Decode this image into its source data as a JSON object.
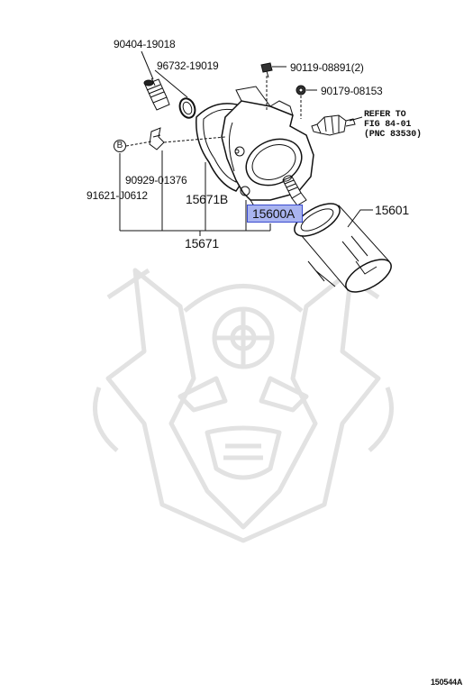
{
  "parts": {
    "p90404": "90404-19018",
    "p96732": "96732-19019",
    "p90119": "90119-08891(2)",
    "p90179": "90179-08153",
    "p90929": "90929-01376",
    "p91621": "91621-J0612",
    "p15671B": "15671B",
    "p15600A": "15600A",
    "p15601": "15601",
    "p15671": "15671"
  },
  "reference": {
    "line1": "REFER TO",
    "line2": "FIG 84-01",
    "line3": "(PNC 83530)"
  },
  "marker": "B",
  "diagram_code": "150544A",
  "colors": {
    "highlight_fill": "#a9b4f0",
    "highlight_border": "#3a4bd0",
    "line": "#111111",
    "watermark": "#e2e2e2"
  }
}
